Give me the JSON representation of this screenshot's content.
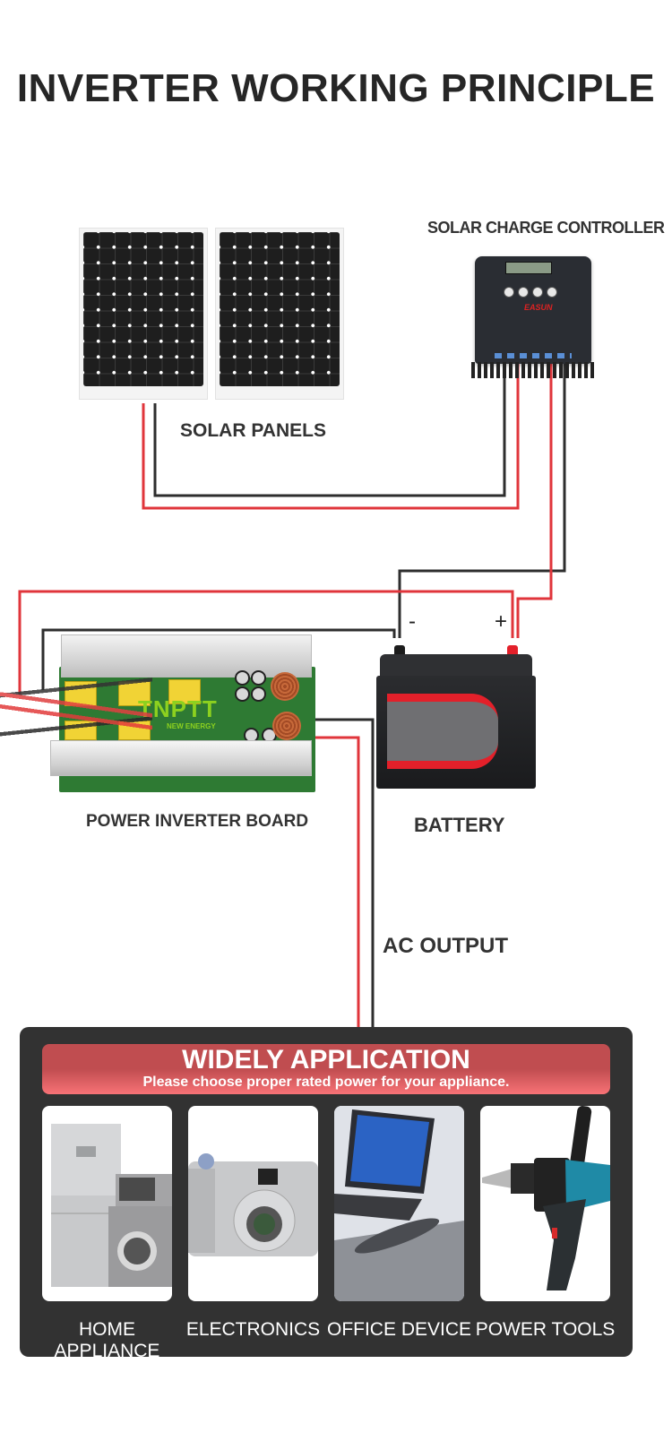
{
  "title": "INVERTER WORKING PRINCIPLE",
  "components": {
    "solar_panels": {
      "label": "SOLAR PANELS",
      "count": 2
    },
    "charge_controller": {
      "label": "SOLAR CHARGE CONTROLLER",
      "brand_mark": "EASUN"
    },
    "inverter_board": {
      "label": "POWER INVERTER BOARD",
      "logo": "TNPTT",
      "logo_sub": "NEW ENERGY"
    },
    "battery": {
      "label": "BATTERY",
      "negative_sign": "-",
      "positive_sign": "+"
    },
    "ac_output": {
      "label": "AC OUTPUT"
    }
  },
  "wire_colors": {
    "positive": "#e0353b",
    "negative": "#2e2e2e"
  },
  "application": {
    "heading": "WIDELY APPLICATION",
    "subheading": "Please choose proper rated power for your appliance.",
    "items": [
      {
        "label": "HOME APPLIANCE",
        "icon": "home-appliance-icon"
      },
      {
        "label": "ELECTRONICS",
        "icon": "camera-icon"
      },
      {
        "label": "OFFICE DEVICE",
        "icon": "laptop-icon"
      },
      {
        "label": "POWER TOOLS",
        "icon": "drill-icon"
      }
    ]
  }
}
